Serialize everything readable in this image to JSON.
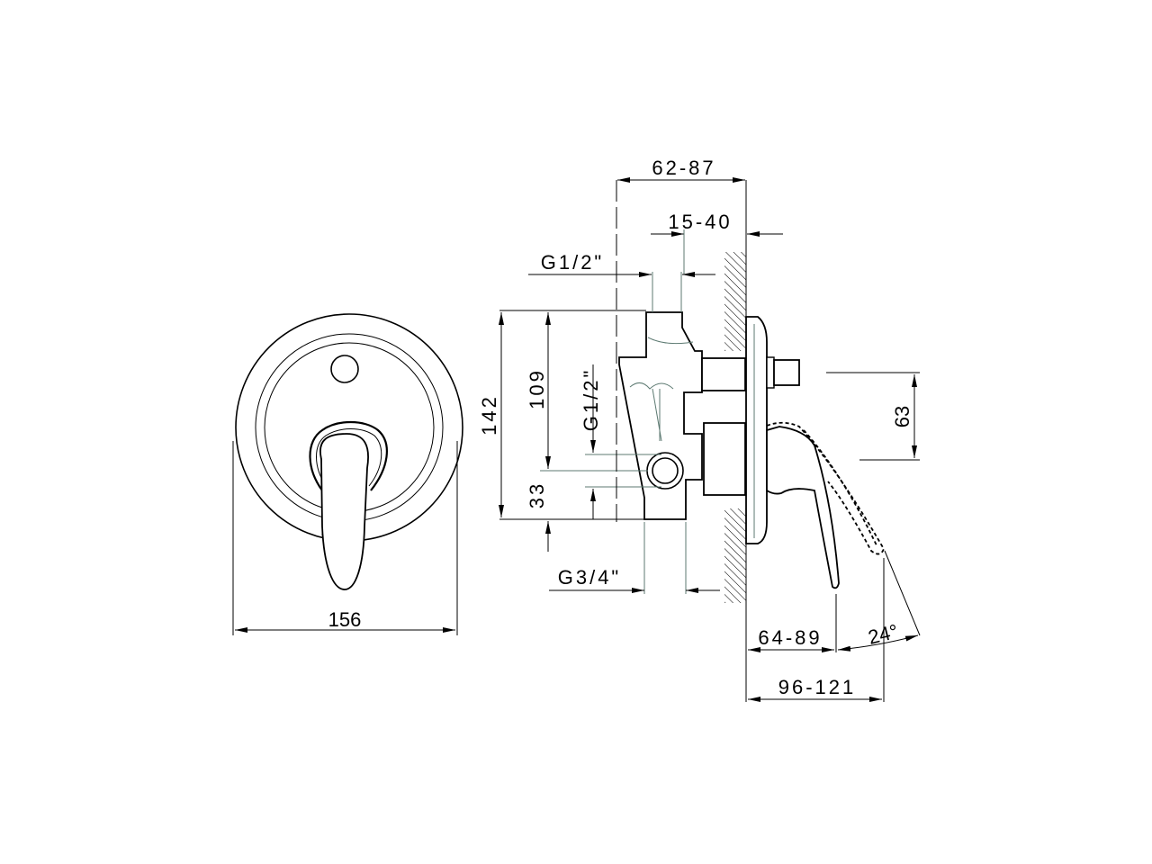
{
  "drawing": {
    "subject": "Concealed single-lever shower mixer",
    "views": [
      "front-view",
      "side-view"
    ],
    "front_view": {
      "width_dimension": "156"
    },
    "side_view": {
      "dimensions": {
        "total_depth": "62-87",
        "body_to_wall": "15-40",
        "inlet_top": "G1/2\"",
        "overall_height": "142",
        "height_to_outlet": "109",
        "outlet_thread": "G1/2\"",
        "outlet_to_bottom": "33",
        "inlet_bottom": "G3/4\"",
        "handle_height": "63",
        "handle_projection": "64-89",
        "max_projection": "96-121",
        "handle_rotation_angle": "24°"
      }
    },
    "colors": {
      "line": "#000000",
      "hidden_detail": "#5d7a72",
      "background": "#ffffff"
    }
  }
}
